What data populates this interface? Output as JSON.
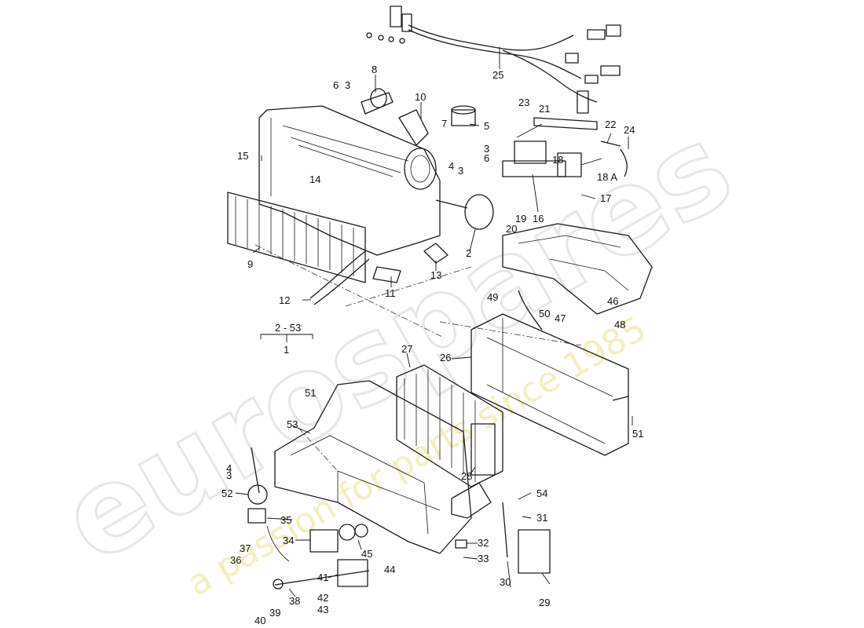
{
  "watermark": {
    "brand": "eurospares",
    "tagline": "a passion for parts since 1985"
  },
  "assembly": {
    "range_label": "2 - 53",
    "number": "1"
  },
  "callouts": {
    "c2": "2",
    "c3a": "3",
    "c3b": "3",
    "c3c": "3",
    "c3d": "3",
    "c4a": "4",
    "c4b": "4",
    "c5": "5",
    "c6a": "6",
    "c6b": "6",
    "c7": "7",
    "c8": "8",
    "c9": "9",
    "c10": "10",
    "c11": "11",
    "c12": "12",
    "c13": "13",
    "c14": "14",
    "c15": "15",
    "c16": "16",
    "c17": "17",
    "c18": "18",
    "c18a": "18 A",
    "c19": "19",
    "c20": "20",
    "c21": "21",
    "c22": "22",
    "c23": "23",
    "c24": "24",
    "c25": "25",
    "c26": "26",
    "c27": "27",
    "c28": "28",
    "c29": "29",
    "c30": "30",
    "c31": "31",
    "c32": "32",
    "c33": "33",
    "c34": "34",
    "c35": "35",
    "c36": "36",
    "c37": "37",
    "c38": "38",
    "c39": "39",
    "c40": "40",
    "c41": "41",
    "c42": "42",
    "c43": "43",
    "c44": "44",
    "c45": "45",
    "c46": "46",
    "c47": "47",
    "c48": "48",
    "c49": "49",
    "c50": "50",
    "c51a": "51",
    "c51b": "51",
    "c52": "52",
    "c53": "53",
    "c54": "54"
  }
}
